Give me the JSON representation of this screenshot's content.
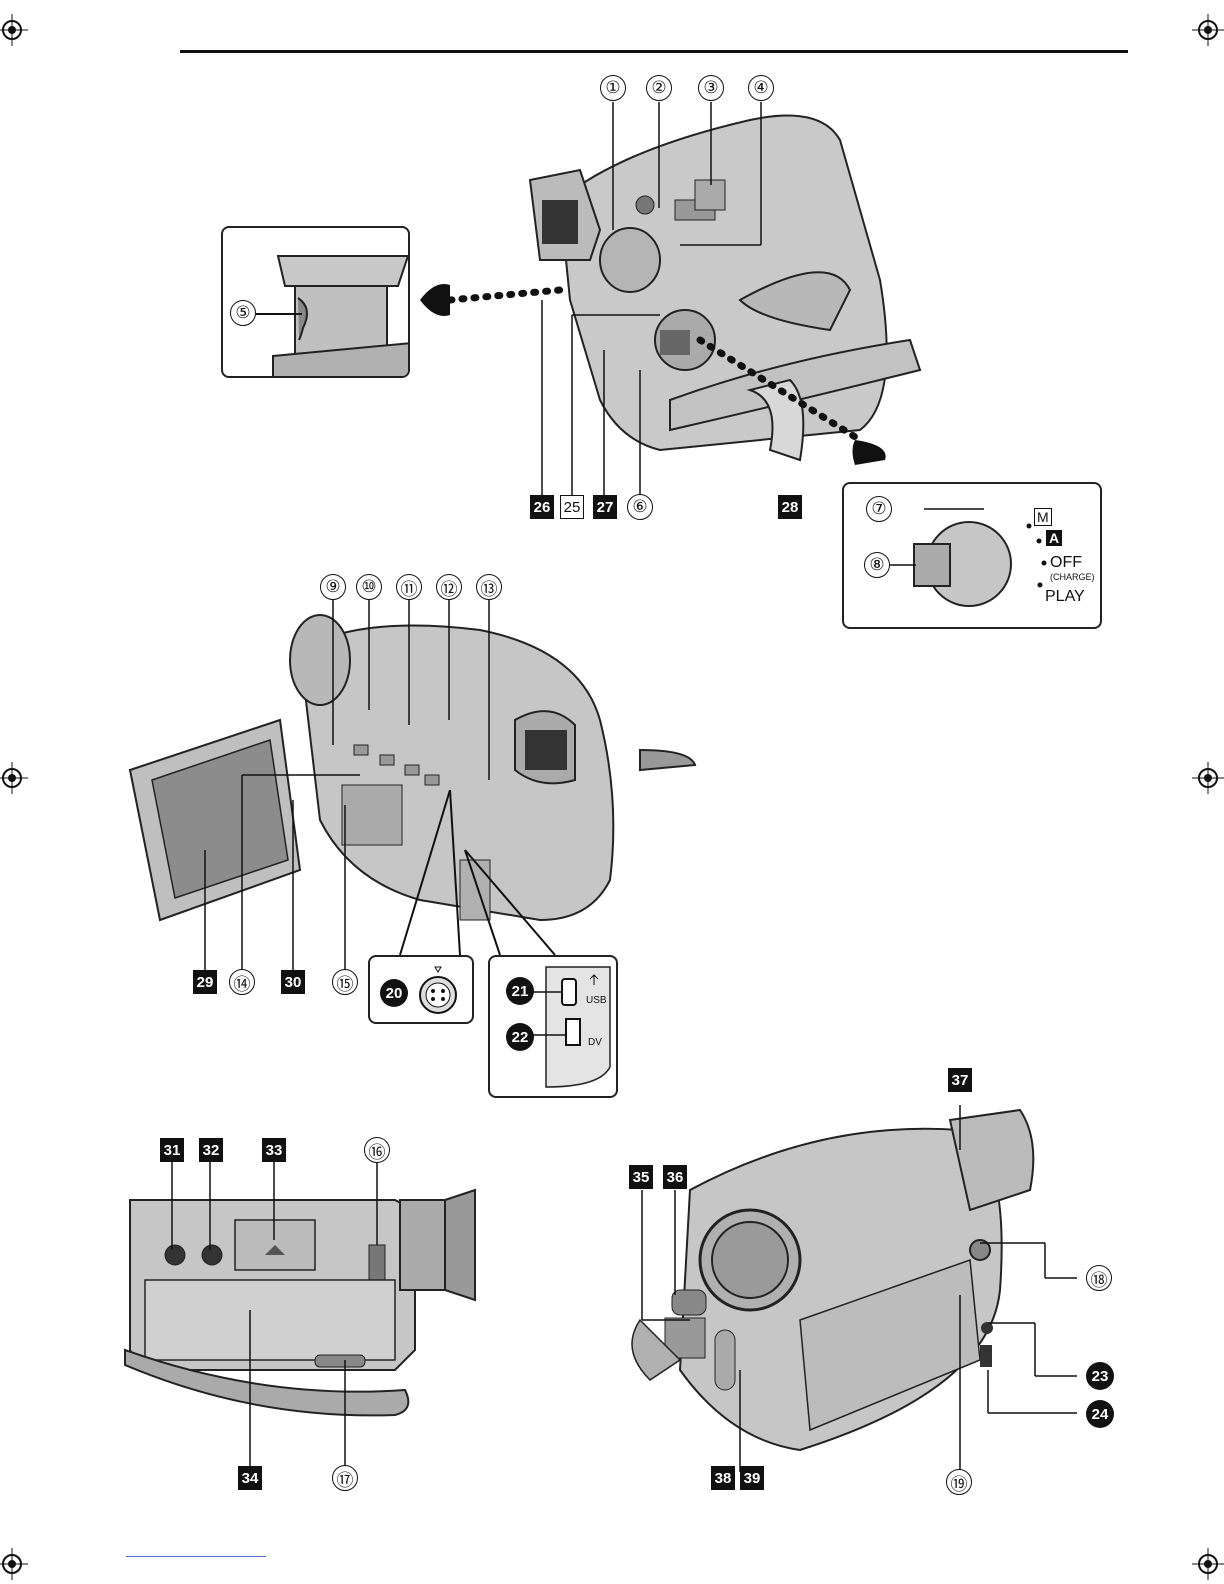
{
  "top_view": {
    "callouts": {
      "n1": "①",
      "n2": "②",
      "n3": "③",
      "n4": "④",
      "n5": "⑤",
      "n6": "⑥",
      "n25": "25",
      "n26": "26",
      "n27": "27",
      "n28": "28"
    }
  },
  "mode_dial": {
    "n7": "⑦",
    "n8": "⑧",
    "modes": {
      "m": "M",
      "a": "A",
      "off": "OFF",
      "charge": "(CHARGE)",
      "play": "PLAY"
    }
  },
  "lcd_view": {
    "callouts": {
      "n9": "⑨",
      "n10": "⑩",
      "n11": "⑪",
      "n12": "⑫",
      "n13": "⑬",
      "n14": "⑭",
      "n15": "⑮",
      "n29": "29",
      "n30": "30"
    }
  },
  "connectors": {
    "n20": "20",
    "n21": "21",
    "n22": "22",
    "usb": "USB",
    "dv": "DV"
  },
  "bottom_view": {
    "callouts": {
      "n16": "⑯",
      "n17": "⑰",
      "n31": "31",
      "n32": "32",
      "n33": "33",
      "n34": "34"
    }
  },
  "front_view": {
    "callouts": {
      "n18": "⑱",
      "n19": "⑲",
      "n23": "23",
      "n24": "24",
      "n35": "35",
      "n36": "36",
      "n37": "37",
      "n38": "38",
      "n39": "39"
    }
  }
}
